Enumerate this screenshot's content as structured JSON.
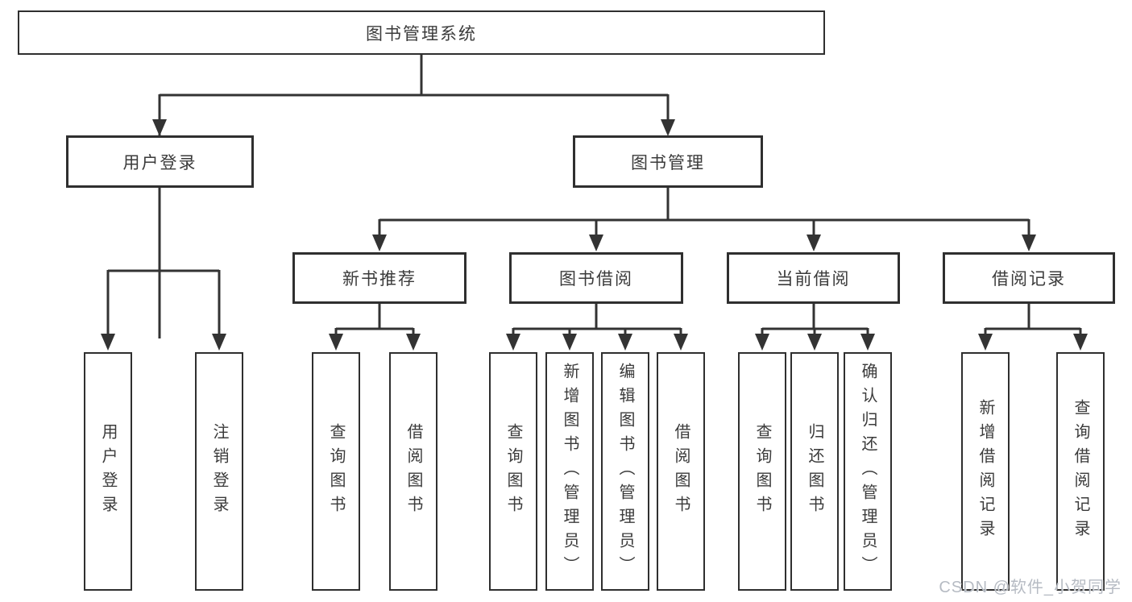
{
  "diagram": {
    "root": {
      "label": "图书管理系统"
    },
    "branches": [
      {
        "label": "用户登录",
        "leaves": [
          "用户登录",
          "注销登录"
        ]
      },
      {
        "label": "图书管理",
        "groups": [
          {
            "label": "新书推荐",
            "leaves": [
              "查询图书",
              "借阅图书"
            ]
          },
          {
            "label": "图书借阅",
            "leaves": [
              "查询图书",
              "新增图书（管理员）",
              "编辑图书（管理员）",
              "借阅图书"
            ]
          },
          {
            "label": "当前借阅",
            "leaves": [
              "查询图书",
              "归还图书",
              "确认归还（管理员）"
            ]
          },
          {
            "label": "借阅记录",
            "leaves": [
              "新增借阅记录",
              "查询借阅记录"
            ]
          }
        ]
      }
    ]
  },
  "watermark": {
    "text": "CSDN @软件_小贺同学"
  },
  "colors": {
    "line": "#333333",
    "box_border": "#2f2f2f",
    "text": "#3b3b3b",
    "watermark": "#b6bbc3",
    "bg": "#ffffff"
  }
}
